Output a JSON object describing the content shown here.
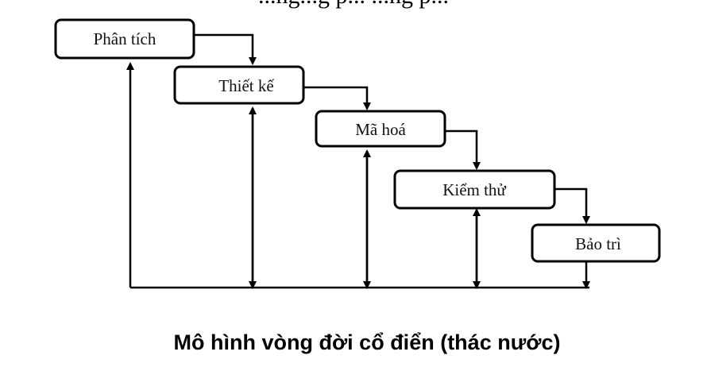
{
  "header_fragment": "...ng...g p...   ...ng p...",
  "steps": [
    {
      "label": "Phân tích"
    },
    {
      "label": "Thiết kế"
    },
    {
      "label": "Mã hoá"
    },
    {
      "label": "Kiểm thử"
    },
    {
      "label": "Bảo trì"
    }
  ],
  "caption": "Mô hình vòng đời cổ điển (thác nước)"
}
